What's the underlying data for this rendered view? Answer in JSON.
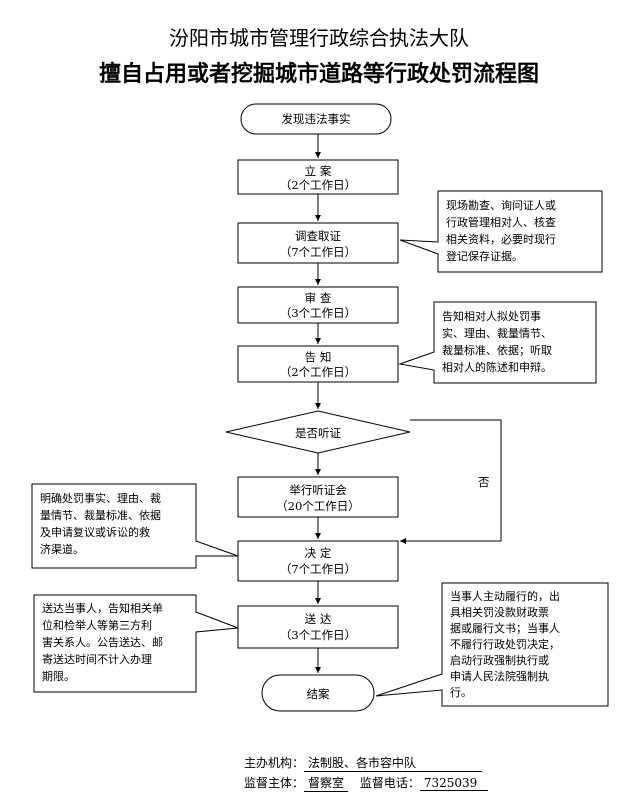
{
  "header": {
    "title_line1": "汾阳市城市管理行政综合执法大队",
    "title_line2": "擅自占用或者挖掘城市道路等行政处罚流程图"
  },
  "flow": {
    "start": "发现违法事实",
    "step_filing": [
      "立 案",
      "（2个工作日）"
    ],
    "step_investigate": [
      "调查取证",
      "（7个工作日）"
    ],
    "step_review": [
      "审 查",
      "（3个工作日）"
    ],
    "step_notify": [
      "告 知",
      "（2个工作日）"
    ],
    "decision_hearing": "是否听证",
    "no_label": "否",
    "step_hearing": [
      "举行听证会",
      "（20个工作日）"
    ],
    "step_decide": [
      "决 定",
      "（7个工作日）"
    ],
    "step_deliver": [
      "送 达",
      "（3个工作日）"
    ],
    "end": "结案"
  },
  "notes": {
    "investigate": [
      "现场勘查、询问证人或",
      "行政管理相对人、核查",
      "相关资料，必要时现行",
      "登记保存证据。"
    ],
    "notify": [
      "告知相对人拟处罚事",
      "实、理由、裁量情节、",
      "裁量标准、依据；听取",
      "相对人的陈述和申辩。"
    ],
    "decide": [
      "明确处罚事实、理由、裁",
      "量情节、裁量标准、依据",
      "及申请复议或诉讼的救",
      "济渠道。"
    ],
    "deliver": [
      "送达当事人，告知相关单",
      "位和检举人等第三方利",
      "害关系人。公告送达、邮",
      "寄送达时间不计入办理",
      "期限。"
    ],
    "enforce": [
      "当事人主动履行的，出",
      "具相关罚没款财政票",
      "据或履行文书；当事人",
      "不履行行政处罚决定，",
      "启动行政强制执行或",
      "申请人民法院强制执",
      "行。"
    ]
  },
  "footer": {
    "host_label": "主办机构：",
    "host_value": "法制股、各市容中队",
    "supervisor_label": "监督主体：",
    "supervisor_value": "督察室",
    "phone_label": "监督电话：",
    "phone_value": "7325039"
  }
}
